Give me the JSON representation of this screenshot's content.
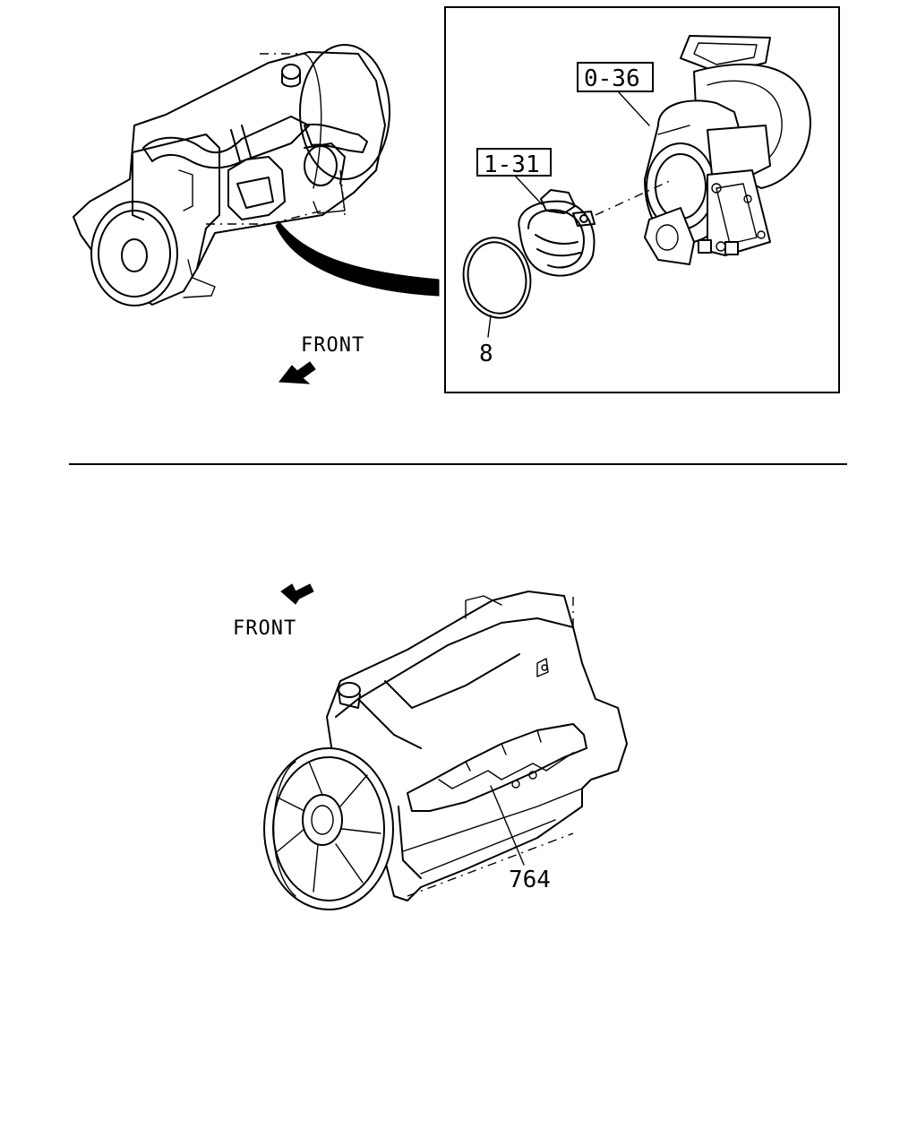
{
  "top_panel": {
    "front_label": "FRONT",
    "callouts": {
      "turbocharger": "0-36",
      "clamp": "1-31",
      "gasket": "8"
    }
  },
  "bottom_panel": {
    "front_label": "FRONT",
    "callouts": {
      "heat_shield": "764"
    }
  }
}
